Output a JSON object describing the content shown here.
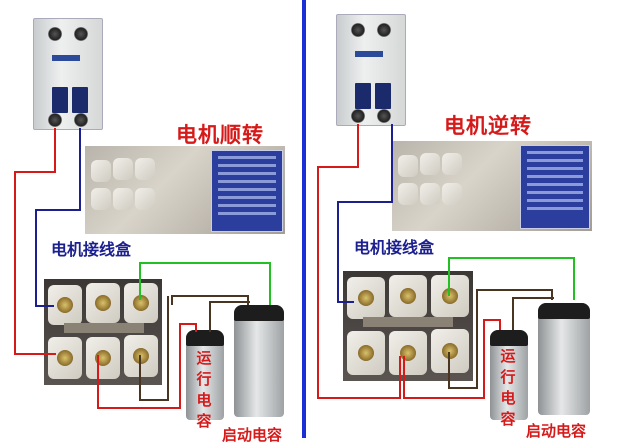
{
  "left_panel": {
    "title": "电机顺转",
    "junction_box_label": "电机接线盒",
    "run_capacitor_label": [
      "运",
      "行",
      "电",
      "容"
    ],
    "start_capacitor_label": "启动电容"
  },
  "right_panel": {
    "title": "电机逆转",
    "junction_box_label": "电机接线盒",
    "run_capacitor_label": [
      "运",
      "行",
      "电",
      "容"
    ],
    "start_capacitor_label": "启动电容"
  },
  "colors": {
    "divider": "#1a2fd6",
    "title_text": "#d61a1a",
    "junction_label_text": "#1b1f8f",
    "wire_live": "#d61a1a",
    "wire_neutral": "#1b1f8f",
    "wire_start_cap": "#22c022",
    "wire_run_cap": "#4a3520"
  }
}
